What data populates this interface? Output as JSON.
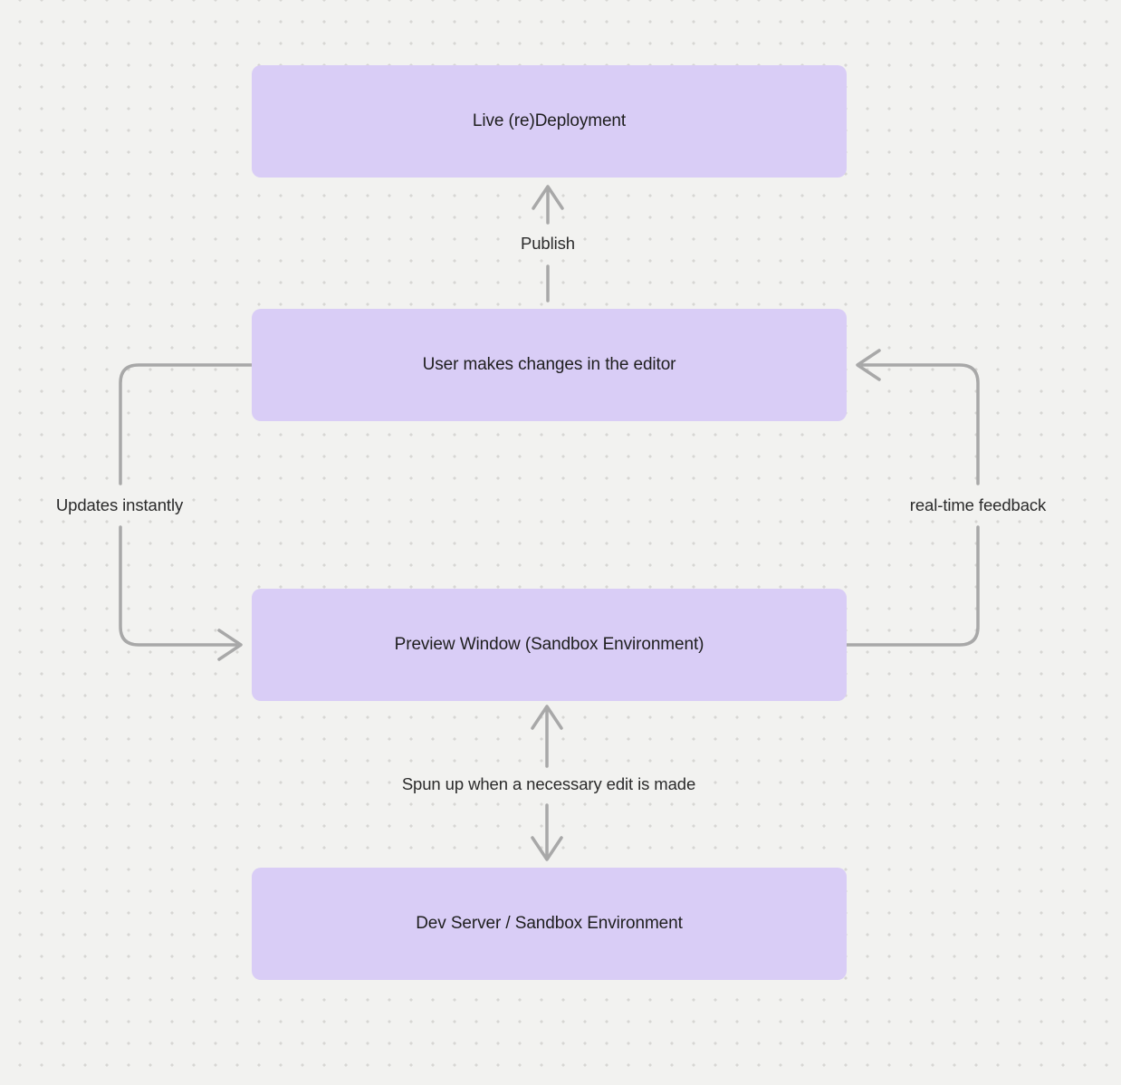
{
  "diagram": {
    "nodes": [
      {
        "id": "live-deployment",
        "label": "Live (re)Deployment"
      },
      {
        "id": "user-editor",
        "label": "User makes changes in the editor"
      },
      {
        "id": "preview-window",
        "label": "Preview Window (Sandbox Environment)"
      },
      {
        "id": "dev-server",
        "label": "Dev Server / Sandbox Environment"
      }
    ],
    "edges": [
      {
        "id": "publish",
        "from": "user-editor",
        "to": "live-deployment",
        "label": "Publish",
        "bidirectional": false
      },
      {
        "id": "updates-instantly",
        "from": "user-editor",
        "to": "preview-window",
        "label": "Updates instantly",
        "bidirectional": false
      },
      {
        "id": "real-time-feedback",
        "from": "preview-window",
        "to": "user-editor",
        "label": "real-time feedback",
        "bidirectional": false
      },
      {
        "id": "spun-up",
        "from": "dev-server",
        "to": "preview-window",
        "label": "Spun up when a necessary edit is made",
        "bidirectional": true
      }
    ],
    "colors": {
      "background": "#F2F2F0",
      "dot": "#D7D6D3",
      "node_fill": "#D9CDF6",
      "node_text": "#1E1E1E",
      "arrow": "#A8A8A8",
      "label_text": "#2A2A2A"
    }
  }
}
